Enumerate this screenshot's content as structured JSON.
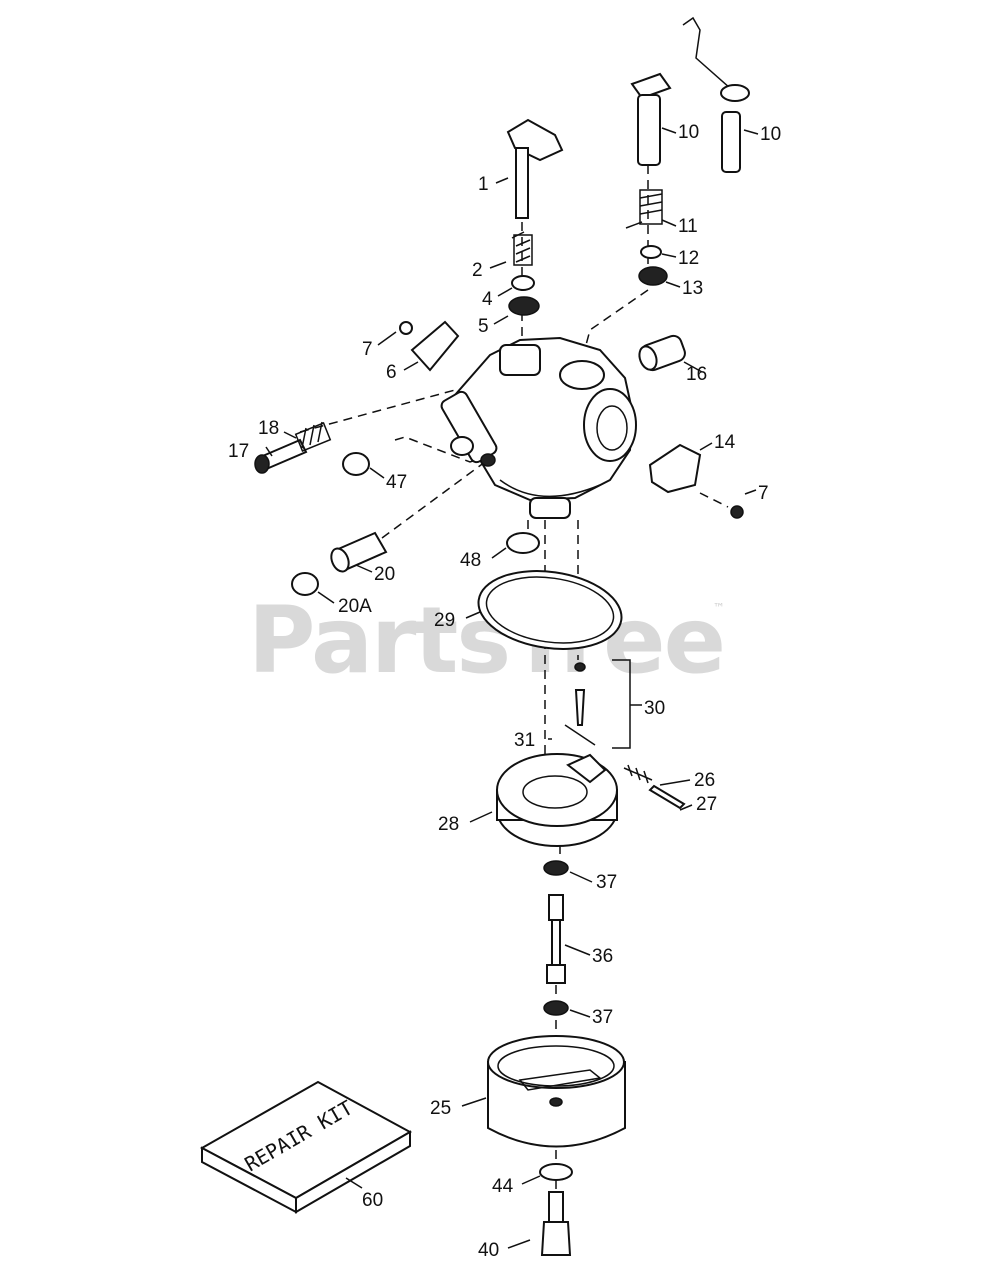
{
  "watermark": {
    "text": "PartsTree",
    "trademark": "™"
  },
  "parts": [
    {
      "id": "p1",
      "label": "1"
    },
    {
      "id": "p2",
      "label": "2"
    },
    {
      "id": "p4",
      "label": "4"
    },
    {
      "id": "p5",
      "label": "5"
    },
    {
      "id": "p6",
      "label": "6"
    },
    {
      "id": "p7a",
      "label": "7"
    },
    {
      "id": "p7b",
      "label": "7"
    },
    {
      "id": "p10a",
      "label": "10"
    },
    {
      "id": "p10b",
      "label": "10"
    },
    {
      "id": "p11",
      "label": "11"
    },
    {
      "id": "p12",
      "label": "12"
    },
    {
      "id": "p13",
      "label": "13"
    },
    {
      "id": "p14",
      "label": "14"
    },
    {
      "id": "p16",
      "label": "16"
    },
    {
      "id": "p17",
      "label": "17"
    },
    {
      "id": "p18",
      "label": "18"
    },
    {
      "id": "p20",
      "label": "20"
    },
    {
      "id": "p20a",
      "label": "20A"
    },
    {
      "id": "p25",
      "label": "25"
    },
    {
      "id": "p26",
      "label": "26"
    },
    {
      "id": "p27",
      "label": "27"
    },
    {
      "id": "p28",
      "label": "28"
    },
    {
      "id": "p29",
      "label": "29"
    },
    {
      "id": "p30",
      "label": "30"
    },
    {
      "id": "p31",
      "label": "31"
    },
    {
      "id": "p36",
      "label": "36"
    },
    {
      "id": "p37a",
      "label": "37"
    },
    {
      "id": "p37b",
      "label": "37"
    },
    {
      "id": "p40",
      "label": "40"
    },
    {
      "id": "p44",
      "label": "44"
    },
    {
      "id": "p47",
      "label": "47"
    },
    {
      "id": "p48",
      "label": "48"
    },
    {
      "id": "p60",
      "label": "60"
    }
  ],
  "repair_kit": {
    "text": "REPAIR KIT"
  }
}
